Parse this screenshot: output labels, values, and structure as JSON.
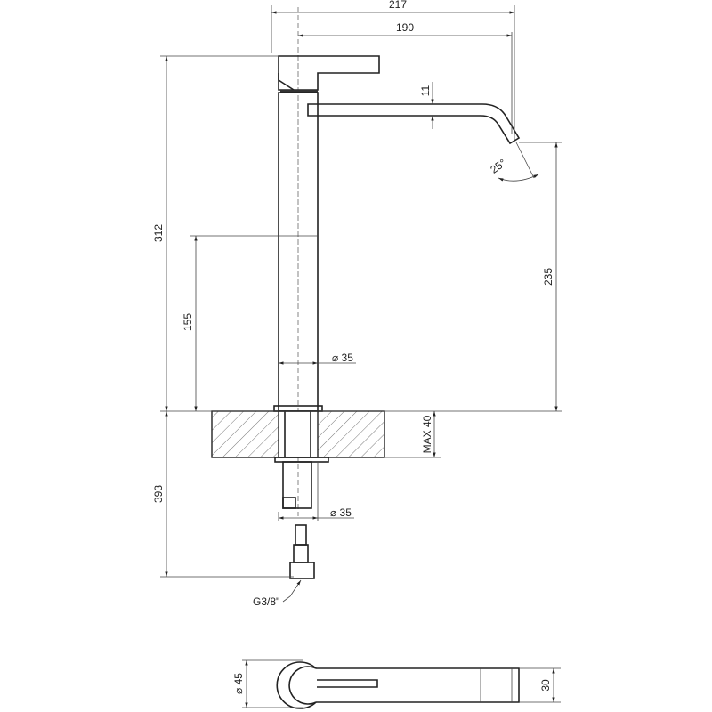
{
  "dimensions": {
    "overall_reach": "217",
    "spout_reach": "190",
    "total_height": "312",
    "lever_height": "155",
    "spout_height": "235",
    "spout_thickness": "11",
    "spout_angle": "25°",
    "body_diameter": "⌀ 35",
    "shank_diameter": "⌀ 35",
    "max_deck": "MAX 40",
    "below_deck": "393",
    "connection": "G3/8\"",
    "top_diameter": "⌀ 45",
    "spout_width": "30"
  }
}
